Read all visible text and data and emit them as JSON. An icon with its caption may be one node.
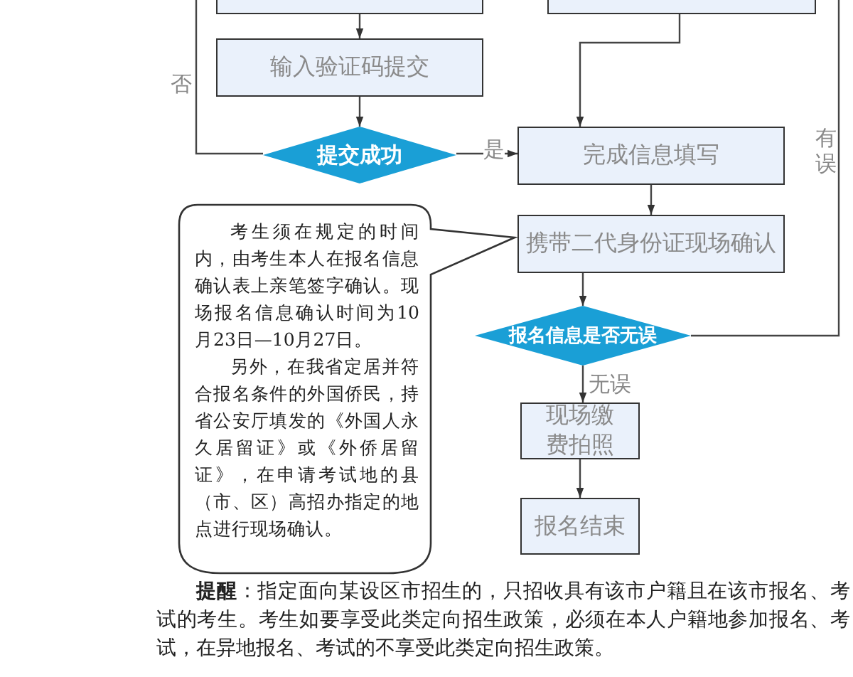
{
  "diagram": {
    "nodes": [
      {
        "text": [],
        "shape": "box"
      },
      {
        "text": [],
        "shape": "box"
      },
      {
        "text": [
          "输入验证码提交"
        ]
      },
      {
        "text": [
          "提交成功"
        ]
      },
      {
        "text": [
          "完成信息填写"
        ]
      },
      {
        "text": [
          "考生须在规定的时间内，由考生本人在报名信息确认表上亲笔签字确认。现场报名信息确认时间为10月23日—10月27日。",
          "另外，在我省定居并符合报名条件的外国侨民，持省公安厅填发的《外国人永久居留证》或《外侨居留证》，在申请考试地的县（市、区）高招办指定的地点进行现场确认。"
        ]
      },
      {
        "text": [
          "携带二代身份证现场确认"
        ]
      },
      {
        "text": [
          "报名信息是否无误"
        ]
      },
      {
        "text": [
          "现场缴费拍照"
        ]
      },
      {
        "text": [
          "报名结束"
        ]
      }
    ],
    "edges": [
      {
        "from": 0,
        "to": 2,
        "arrow": "to"
      },
      {
        "from": 2,
        "to": 3,
        "arrow": "to"
      },
      {
        "from": 3,
        "to": 4,
        "arrow": "to",
        "label": "是"
      },
      {
        "from": 3,
        "to": null,
        "arrow": "none",
        "label": "否"
      },
      {
        "from": 1,
        "to": 4,
        "arrow": "to"
      },
      {
        "from": 4,
        "to": 6,
        "arrow": "to"
      },
      {
        "from": 6,
        "to": 7,
        "arrow": "to"
      },
      {
        "from": 7,
        "to": 8,
        "arrow": "to",
        "label": "无误"
      },
      {
        "from": 8,
        "to": 9,
        "arrow": "to"
      },
      {
        "from": 7,
        "to": null,
        "arrow": "none",
        "label": "有误"
      }
    ],
    "labels": [
      "**提醒**：指定面向某设区市招生的，只招收具有该市户籍且在该市报名、考试的考生。考生如要享受此类定向招生政策，必须在本人户籍地参加报名、考试，在异地报名、考试的不享受此类定向招生政策。"
    ]
  }
}
